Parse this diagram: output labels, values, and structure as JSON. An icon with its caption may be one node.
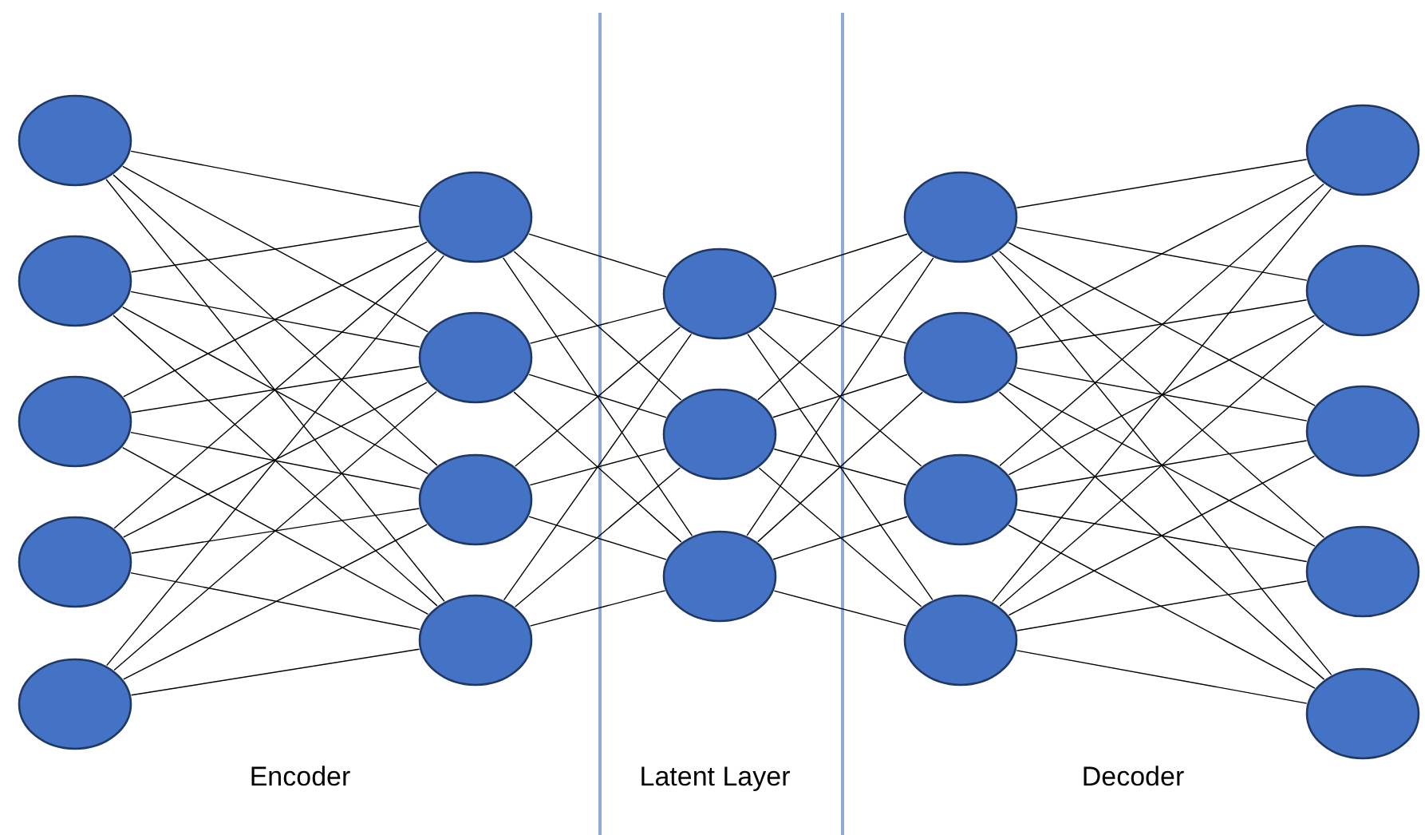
{
  "diagram": {
    "nodes": [
      {
        "text": [],
        "shape": "circle"
      },
      {
        "text": [],
        "shape": "circle"
      },
      {
        "text": [],
        "shape": "circle"
      },
      {
        "text": [],
        "shape": "circle"
      },
      {
        "text": [],
        "shape": "circle"
      },
      {
        "text": [],
        "shape": "circle"
      },
      {
        "text": [],
        "shape": "circle"
      },
      {
        "text": [],
        "shape": "circle"
      },
      {
        "text": [],
        "shape": "circle"
      },
      {
        "text": [],
        "shape": "circle"
      },
      {
        "text": [],
        "shape": "circle"
      },
      {
        "text": [],
        "shape": "circle"
      },
      {
        "text": [],
        "shape": "circle"
      },
      {
        "text": [],
        "shape": "circle"
      },
      {
        "text": [],
        "shape": "circle"
      },
      {
        "text": [],
        "shape": "circle"
      },
      {
        "text": [],
        "shape": "circle"
      },
      {
        "text": [],
        "shape": "circle"
      },
      {
        "text": [],
        "shape": "circle"
      },
      {
        "text": [],
        "shape": "circle"
      },
      {
        "text": [],
        "shape": "circle"
      }
    ],
    "edges": [
      {
        "from": 0,
        "to": 5,
        "arrow": "none"
      },
      {
        "from": 0,
        "to": 6,
        "arrow": "none"
      },
      {
        "from": 0,
        "to": 7,
        "arrow": "none"
      },
      {
        "from": 0,
        "to": 8,
        "arrow": "none"
      },
      {
        "from": 1,
        "to": 5,
        "arrow": "none"
      },
      {
        "from": 1,
        "to": 6,
        "arrow": "none"
      },
      {
        "from": 1,
        "to": 7,
        "arrow": "none"
      },
      {
        "from": 1,
        "to": 8,
        "arrow": "none"
      },
      {
        "from": 2,
        "to": 5,
        "arrow": "none"
      },
      {
        "from": 2,
        "to": 6,
        "arrow": "none"
      },
      {
        "from": 2,
        "to": 7,
        "arrow": "none"
      },
      {
        "from": 2,
        "to": 8,
        "arrow": "none"
      },
      {
        "from": 3,
        "to": 5,
        "arrow": "none"
      },
      {
        "from": 3,
        "to": 6,
        "arrow": "none"
      },
      {
        "from": 3,
        "to": 7,
        "arrow": "none"
      },
      {
        "from": 3,
        "to": 8,
        "arrow": "none"
      },
      {
        "from": 4,
        "to": 5,
        "arrow": "none"
      },
      {
        "from": 4,
        "to": 6,
        "arrow": "none"
      },
      {
        "from": 4,
        "to": 7,
        "arrow": "none"
      },
      {
        "from": 4,
        "to": 8,
        "arrow": "none"
      },
      {
        "from": 5,
        "to": 9,
        "arrow": "none"
      },
      {
        "from": 5,
        "to": 10,
        "arrow": "none"
      },
      {
        "from": 5,
        "to": 11,
        "arrow": "none"
      },
      {
        "from": 6,
        "to": 9,
        "arrow": "none"
      },
      {
        "from": 6,
        "to": 10,
        "arrow": "none"
      },
      {
        "from": 6,
        "to": 11,
        "arrow": "none"
      },
      {
        "from": 7,
        "to": 9,
        "arrow": "none"
      },
      {
        "from": 7,
        "to": 10,
        "arrow": "none"
      },
      {
        "from": 7,
        "to": 11,
        "arrow": "none"
      },
      {
        "from": 8,
        "to": 9,
        "arrow": "none"
      },
      {
        "from": 8,
        "to": 10,
        "arrow": "none"
      },
      {
        "from": 8,
        "to": 11,
        "arrow": "none"
      },
      {
        "from": 9,
        "to": 12,
        "arrow": "none"
      },
      {
        "from": 9,
        "to": 13,
        "arrow": "none"
      },
      {
        "from": 9,
        "to": 14,
        "arrow": "none"
      },
      {
        "from": 9,
        "to": 15,
        "arrow": "none"
      },
      {
        "from": 10,
        "to": 12,
        "arrow": "none"
      },
      {
        "from": 10,
        "to": 13,
        "arrow": "none"
      },
      {
        "from": 10,
        "to": 14,
        "arrow": "none"
      },
      {
        "from": 10,
        "to": 15,
        "arrow": "none"
      },
      {
        "from": 11,
        "to": 12,
        "arrow": "none"
      },
      {
        "from": 11,
        "to": 13,
        "arrow": "none"
      },
      {
        "from": 11,
        "to": 14,
        "arrow": "none"
      },
      {
        "from": 11,
        "to": 15,
        "arrow": "none"
      },
      {
        "from": 12,
        "to": 16,
        "arrow": "none"
      },
      {
        "from": 12,
        "to": 17,
        "arrow": "none"
      },
      {
        "from": 12,
        "to": 18,
        "arrow": "none"
      },
      {
        "from": 12,
        "to": 19,
        "arrow": "none"
      },
      {
        "from": 12,
        "to": 20,
        "arrow": "none"
      },
      {
        "from": 13,
        "to": 16,
        "arrow": "none"
      },
      {
        "from": 13,
        "to": 17,
        "arrow": "none"
      },
      {
        "from": 13,
        "to": 18,
        "arrow": "none"
      },
      {
        "from": 13,
        "to": 19,
        "arrow": "none"
      },
      {
        "from": 13,
        "to": 20,
        "arrow": "none"
      },
      {
        "from": 14,
        "to": 16,
        "arrow": "none"
      },
      {
        "from": 14,
        "to": 17,
        "arrow": "none"
      },
      {
        "from": 14,
        "to": 18,
        "arrow": "none"
      },
      {
        "from": 14,
        "to": 19,
        "arrow": "none"
      },
      {
        "from": 14,
        "to": 20,
        "arrow": "none"
      },
      {
        "from": 15,
        "to": 16,
        "arrow": "none"
      },
      {
        "from": 15,
        "to": 17,
        "arrow": "none"
      },
      {
        "from": 15,
        "to": 18,
        "arrow": "none"
      },
      {
        "from": 15,
        "to": 19,
        "arrow": "none"
      },
      {
        "from": 15,
        "to": 20,
        "arrow": "none"
      }
    ],
    "labels": [
      "Encoder",
      "Latent Layer",
      "Decoder"
    ]
  }
}
